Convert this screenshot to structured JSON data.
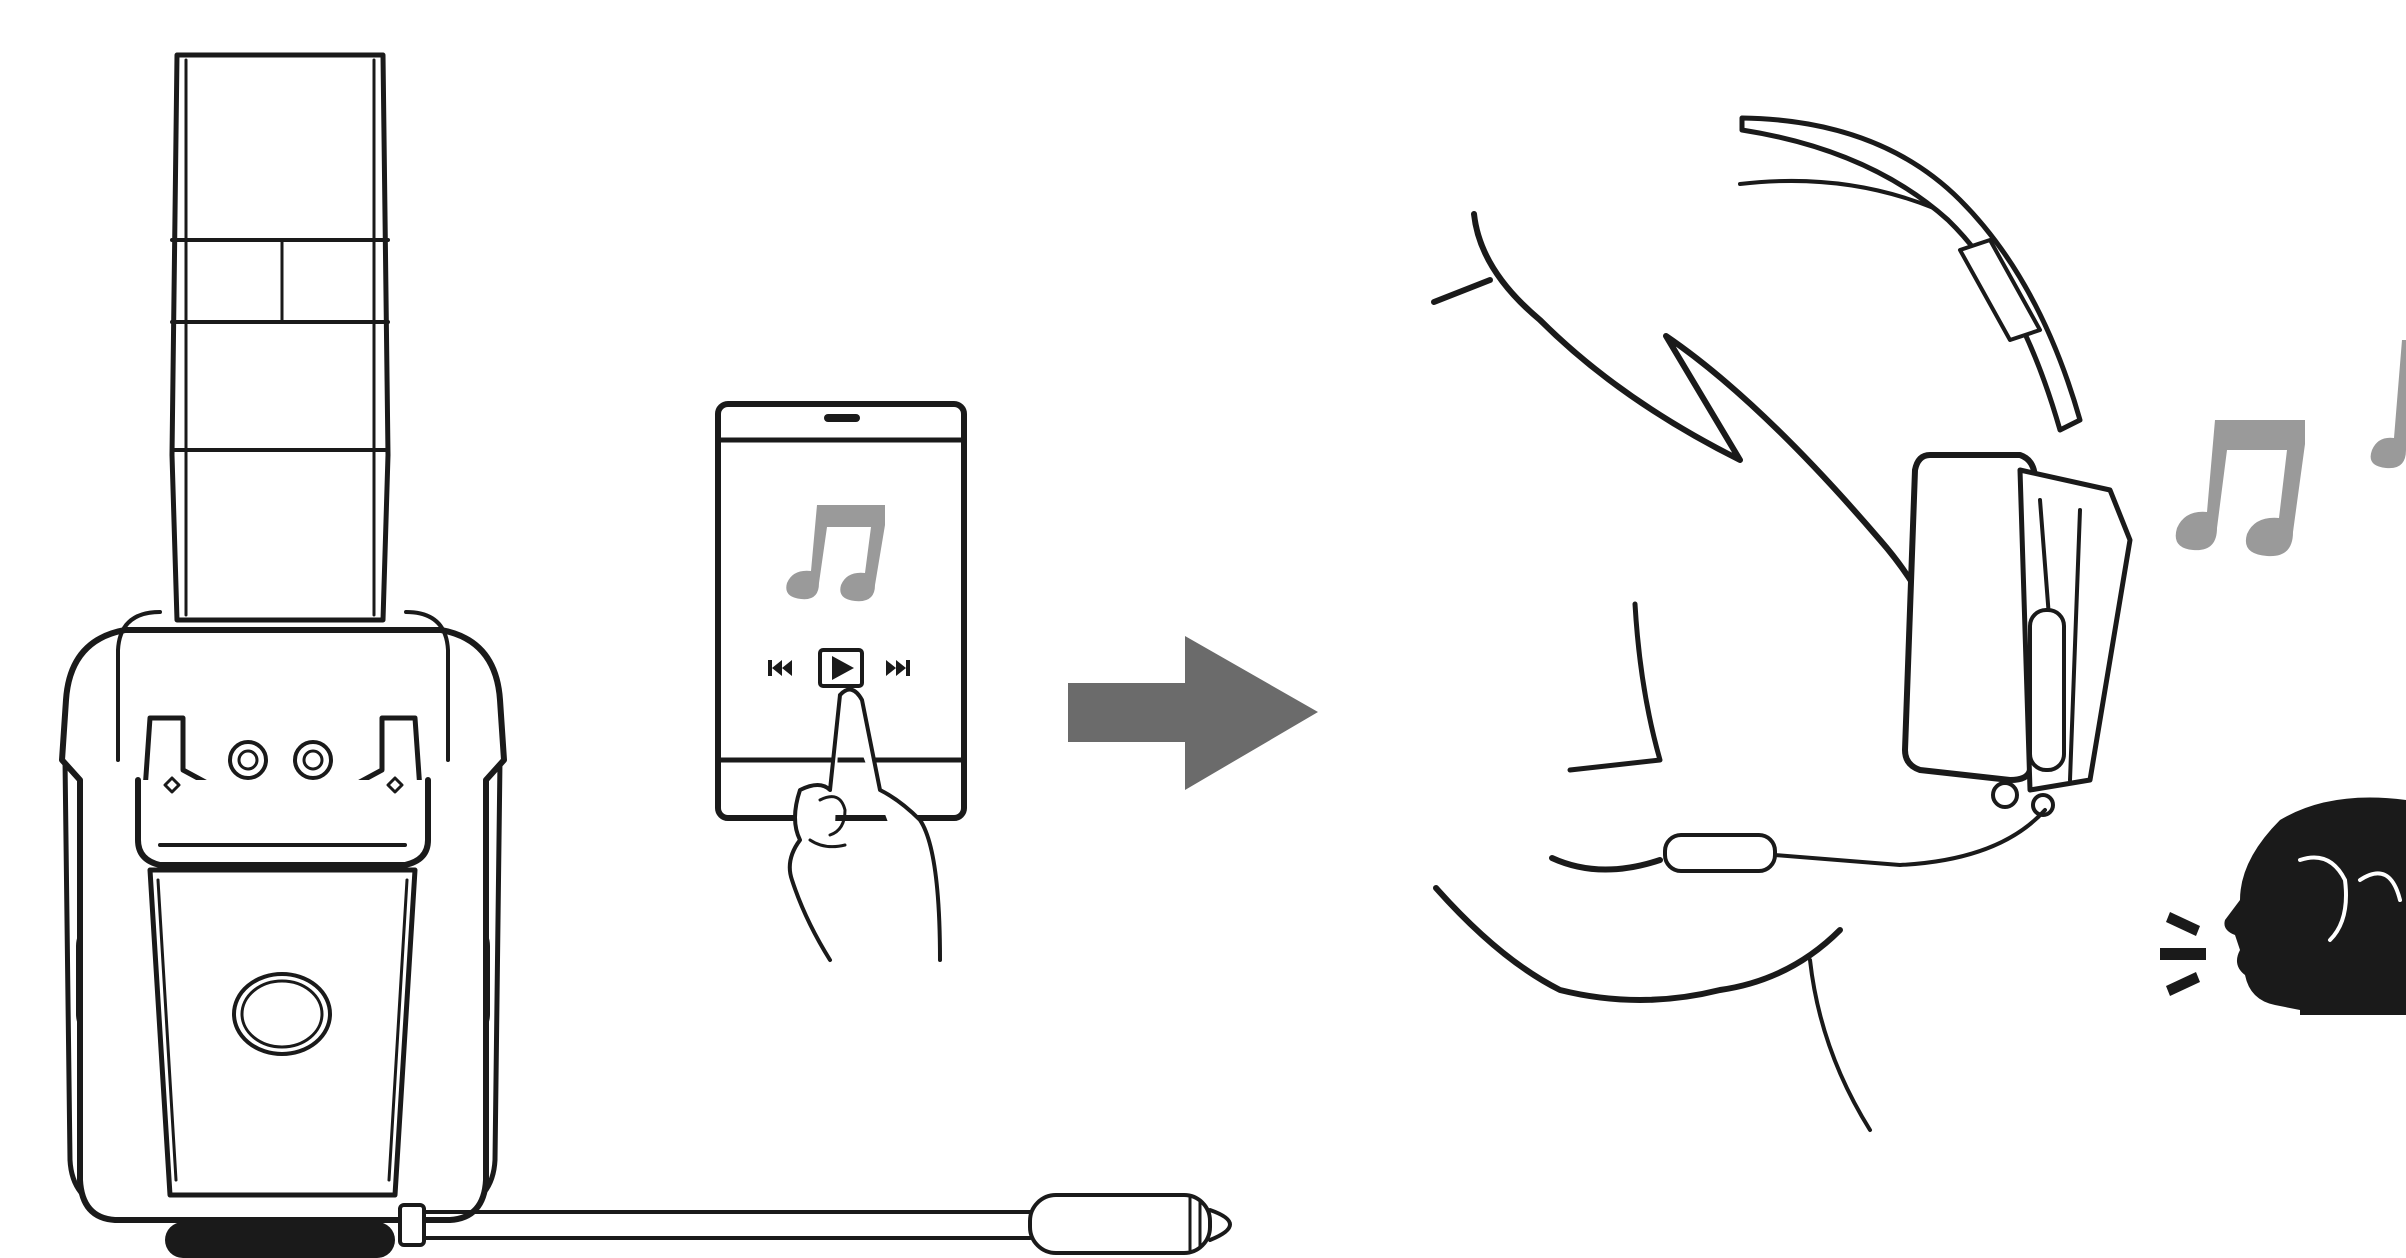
{
  "colors": {
    "line": "#1a1a1a",
    "arrow": "#6b6b6b",
    "music_note": "#9a9a9a",
    "background": "#ffffff"
  },
  "icons": {
    "headset": "headset-front-view",
    "phone": "smartphone-music-player",
    "play_controls": [
      "previous-track-icon",
      "play-icon",
      "next-track-icon"
    ],
    "hand": "finger-tap",
    "arrow": "right-arrow",
    "person": "person-wearing-headset",
    "music": "music-note-icon",
    "speaking": "speaking-head-icon"
  },
  "steps": [
    {
      "name": "play-music-on-phone"
    },
    {
      "name": "listen-and-talk"
    }
  ]
}
